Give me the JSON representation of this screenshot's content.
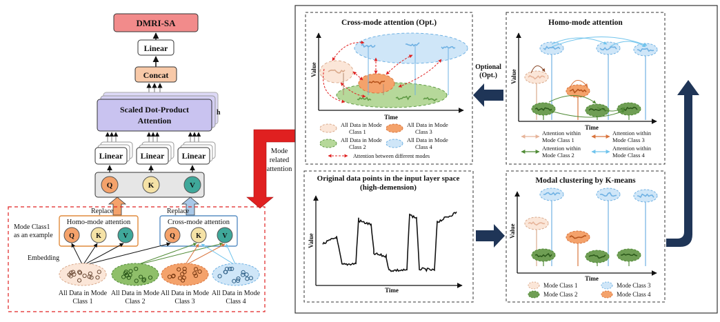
{
  "arch": {
    "output": "DMRI-SA",
    "linear_top": "Linear",
    "concat": "Concat",
    "attention_line1": "Scaled Dot-Product",
    "attention_line2": "Attention",
    "heads": "h",
    "linear": "Linear",
    "q": "Q",
    "k": "K",
    "v": "V",
    "replace": "Replace",
    "homo_title": "Homo-mode attention",
    "cross_title": "Cross-mode attention",
    "example_line1": "Mode Class1",
    "example_line2": "as an example",
    "embedding": "Embedding",
    "classes": [
      {
        "line1": "All Data in Mode",
        "line2": "Class 1",
        "fill": "#fbe6d8",
        "stroke": "#d9a98b",
        "dot": "#6b4a35"
      },
      {
        "line1": "All Data in Mode",
        "line2": "Class 2",
        "fill": "#8fbf6a",
        "stroke": "#4f8a35",
        "dot": "#2d5a1c"
      },
      {
        "line1": "All Data in Mode",
        "line2": "Class 3",
        "fill": "#f4a26b",
        "stroke": "#d9743c",
        "dot": "#7a3b14"
      },
      {
        "line1": "All Data in Mode",
        "line2": "Class 4",
        "fill": "#cfe6f8",
        "stroke": "#6fb1e3",
        "dot": "#2e5f86"
      }
    ]
  },
  "mode_related": {
    "line1": "Mode",
    "line2": "related",
    "line3": "attention"
  },
  "optional": {
    "line1": "Optional",
    "line2": "(Opt.)"
  },
  "panels": {
    "cross": {
      "title": "Cross-mode attention (Opt.)",
      "ylabel": "Value",
      "xlabel": "Time",
      "legend": [
        {
          "line1": "All Data in Mode",
          "line2": "Class 1",
          "fill": "#fbe6d8",
          "stroke": "#d9a98b"
        },
        {
          "line1": "All Data in Mode",
          "line2": "Class 3",
          "fill": "#f4a26b",
          "stroke": "#d9743c"
        },
        {
          "line1": "All Data in Mode",
          "line2": "Class 2",
          "fill": "#b6d89a",
          "stroke": "#5f9a45"
        },
        {
          "line1": "All Data in Mode",
          "line2": "Class 4",
          "fill": "#cfe6f8",
          "stroke": "#6fb1e3"
        }
      ],
      "between": "Attention between different modes"
    },
    "homo": {
      "title": "Homo-mode attention",
      "ylabel": "Value",
      "xlabel": "Time",
      "legend": [
        {
          "line1": "Attention within",
          "line2": "Mode Class 1",
          "color": "#e6b49a"
        },
        {
          "line1": "Attention within",
          "line2": "Mode Class 3",
          "color": "#d9743c"
        },
        {
          "line1": "Attention within",
          "line2": "Mode Class 2",
          "color": "#4f8a35"
        },
        {
          "line1": "Attention within",
          "line2": "Mode Class 4",
          "color": "#6fc3ec"
        }
      ]
    },
    "original": {
      "title_line1": "Original data points in the input layer space",
      "title_line2": "(high-demension)",
      "ylabel": "Value",
      "xlabel": "Time"
    },
    "clustering": {
      "title": "Modal clustering by K-means",
      "ylabel": "Value",
      "xlabel": "Time",
      "legend": [
        {
          "label": "Mode Class 1",
          "fill": "#fbe6d8",
          "stroke": "#d9a98b"
        },
        {
          "label": "Mode Class 3",
          "fill": "#cfe6f8",
          "stroke": "#6fb1e3"
        },
        {
          "label": "Mode Class 2",
          "fill": "#6f9e54",
          "stroke": "#4f8a35"
        },
        {
          "label": "Mode Class 4",
          "fill": "#f4a26b",
          "stroke": "#d9743c"
        }
      ]
    }
  },
  "colors": {
    "output": "#f28b8b",
    "concat": "#f8c9a8",
    "attention": "#c9c3f0",
    "red_arrow": "#e02020",
    "navy_arrow": "#1f3557",
    "homo_box": "#e08a3c",
    "cross_box": "#5a8fc4"
  }
}
